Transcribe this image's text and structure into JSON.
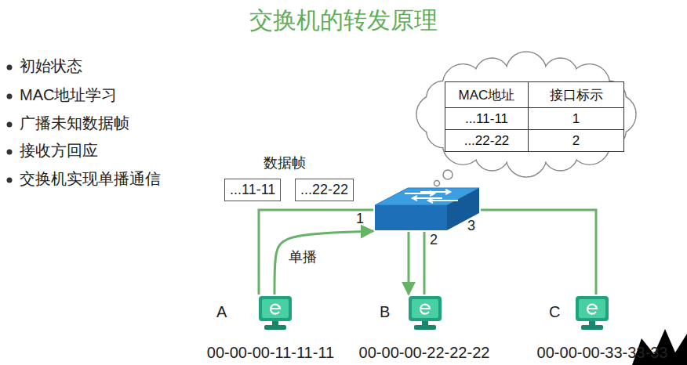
{
  "diagram": {
    "title": "交换机的转发原理",
    "nodes": [
      {
        "text": [
          "MAC地址",
          "接口标示",
          "...11-11",
          "1",
          "...22-22",
          "2"
        ]
      },
      {
        "text": [
          "...11-11"
        ]
      },
      {
        "text": [
          "...22-22"
        ]
      },
      {
        "text": [
          "1",
          "2",
          "3"
        ]
      },
      {
        "text": [
          "A",
          "00-00-00-11-11-11"
        ]
      },
      {
        "text": [
          "B",
          "00-00-00-22-22-22"
        ]
      },
      {
        "text": [
          "C",
          "00-00-00-33-33-33"
        ]
      }
    ],
    "edges": [
      {
        "from": 4,
        "to": 3,
        "arrow": "none"
      },
      {
        "from": 4,
        "to": 3,
        "label": "单播",
        "arrow": "to"
      },
      {
        "from": 3,
        "to": 5,
        "arrow": "to"
      },
      {
        "from": 3,
        "to": 5,
        "arrow": "none"
      },
      {
        "from": 3,
        "to": 6,
        "arrow": "none"
      }
    ],
    "labels": [
      "初始状态",
      "MAC地址学习",
      "广播未知数据帧",
      "接收方回应",
      "交换机实现单播通信",
      "数据帧"
    ]
  }
}
